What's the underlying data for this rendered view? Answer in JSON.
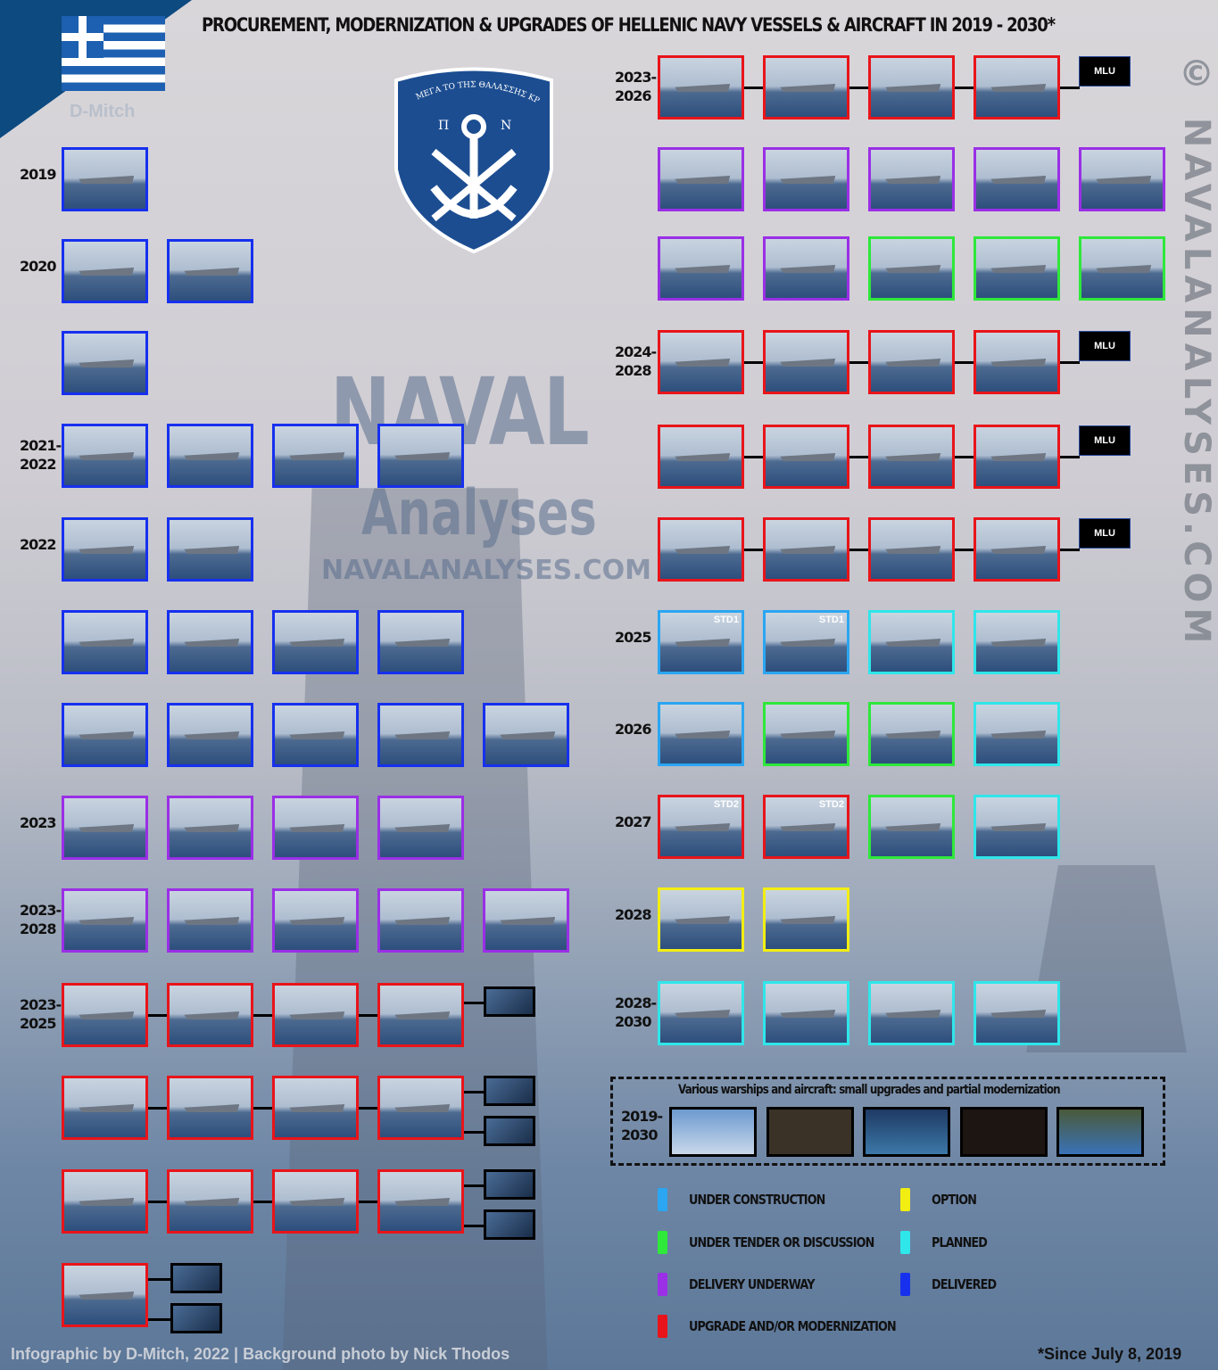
{
  "header": {
    "title": "PROCUREMENT, MODERNIZATION & UPGRADES OF HELLENIC NAVY VESSELS & AIRCRAFT IN 2019 - 2030*",
    "author_mark": "D-Mitch"
  },
  "emblem": {
    "motto": "ΜΕΓΑ ΤΟ ΤΗΣ ΘΑΛΑΣΣΗΣ ΚΡΑΤΟΣ",
    "letters": [
      "Π",
      "Ν"
    ]
  },
  "watermark": {
    "line1": "NAVAL",
    "line2": "Analyses",
    "line3": "NAVALANALYSES.COM",
    "vertical": "© NAVALANALYSES.COM"
  },
  "colors": {
    "under_construction": "#2aa6f2",
    "under_tender": "#2ee83a",
    "delivery_underway": "#9a2fe6",
    "upgrade": "#e8141a",
    "option": "#f2ee12",
    "planned": "#2fe6ea",
    "delivered": "#1630ee"
  },
  "left_rows": [
    {
      "label": "2019",
      "status": [
        "delivered"
      ]
    },
    {
      "label": "2020",
      "status": [
        "delivered",
        "delivered"
      ]
    },
    {
      "label": "",
      "status": [
        "delivered"
      ]
    },
    {
      "label": "2021-\n2022",
      "status": [
        "delivered",
        "delivered",
        "delivered",
        "delivered"
      ]
    },
    {
      "label": "2022",
      "status": [
        "delivered",
        "delivered"
      ]
    },
    {
      "label": "",
      "status": [
        "delivered",
        "delivered",
        "delivered",
        "delivered"
      ]
    },
    {
      "label": "",
      "status": [
        "delivered",
        "delivered",
        "delivered",
        "delivered",
        "delivered"
      ]
    },
    {
      "label": "2023",
      "status": [
        "delivery_underway",
        "delivery_underway",
        "delivery_underway",
        "delivery_underway"
      ]
    },
    {
      "label": "2023-\n2028",
      "status": [
        "delivery_underway",
        "delivery_underway",
        "delivery_underway",
        "delivery_underway",
        "delivery_underway"
      ]
    },
    {
      "label": "2023-\n2025",
      "status": [
        "upgrade",
        "upgrade",
        "upgrade",
        "upgrade"
      ],
      "connected": true,
      "extras": 1
    },
    {
      "label": "",
      "status": [
        "upgrade",
        "upgrade",
        "upgrade",
        "upgrade"
      ],
      "connected": true,
      "extras": 2
    },
    {
      "label": "",
      "status": [
        "upgrade",
        "upgrade",
        "upgrade",
        "upgrade"
      ],
      "connected": true,
      "extras": 2
    },
    {
      "label": "",
      "status": [
        "upgrade"
      ],
      "extras": 2
    }
  ],
  "right_rows": [
    {
      "label": "2023-\n2026",
      "status": [
        "upgrade",
        "upgrade",
        "upgrade",
        "upgrade"
      ],
      "connected": true,
      "badge": "MLU"
    },
    {
      "label": "",
      "status": [
        "delivery_underway",
        "delivery_underway",
        "delivery_underway",
        "delivery_underway",
        "delivery_underway"
      ]
    },
    {
      "label": "",
      "status": [
        "delivery_underway",
        "delivery_underway",
        "under_tender",
        "under_tender",
        "under_tender"
      ]
    },
    {
      "label": "2024-\n2028",
      "status": [
        "upgrade",
        "upgrade",
        "upgrade",
        "upgrade"
      ],
      "connected": true,
      "badge": "MLU"
    },
    {
      "label": "",
      "status": [
        "upgrade",
        "upgrade",
        "upgrade",
        "upgrade"
      ],
      "connected": true,
      "badge": "MLU"
    },
    {
      "label": "",
      "status": [
        "upgrade",
        "upgrade",
        "upgrade",
        "upgrade"
      ],
      "connected": true,
      "badge": "MLU"
    },
    {
      "label": "2025",
      "status": [
        "under_construction",
        "under_construction",
        "planned",
        "planned"
      ],
      "captions": [
        "STD1",
        "STD1",
        "",
        ""
      ]
    },
    {
      "label": "2026",
      "status": [
        "under_construction",
        "under_tender",
        "under_tender",
        "planned"
      ]
    },
    {
      "label": "2027",
      "status": [
        "upgrade",
        "upgrade",
        "under_tender",
        "planned"
      ],
      "captions": [
        "STD2",
        "STD2",
        "",
        ""
      ]
    },
    {
      "label": "2028",
      "status": [
        "option",
        "option"
      ]
    },
    {
      "label": "2028-\n2030",
      "status": [
        "planned",
        "planned",
        "planned",
        "planned"
      ]
    }
  ],
  "various": {
    "title": "Various warships and aircraft: small upgrades and partial modernization",
    "label": "2019-\n2030",
    "count": 5
  },
  "legend": [
    {
      "key": "under_construction",
      "label": "UNDER CONSTRUCTION"
    },
    {
      "key": "under_tender",
      "label": "UNDER TENDER OR DISCUSSION"
    },
    {
      "key": "delivery_underway",
      "label": "DELIVERY UNDERWAY"
    },
    {
      "key": "upgrade",
      "label": "UPGRADE AND/OR MODERNIZATION"
    },
    {
      "key": "option",
      "label": "OPTION"
    },
    {
      "key": "planned",
      "label": "PLANNED"
    },
    {
      "key": "delivered",
      "label": "DELIVERED"
    }
  ],
  "footer": {
    "credit": "Infographic by D-Mitch, 2022 | Background photo by Nick Thodos",
    "note": "*Since July 8, 2019"
  }
}
